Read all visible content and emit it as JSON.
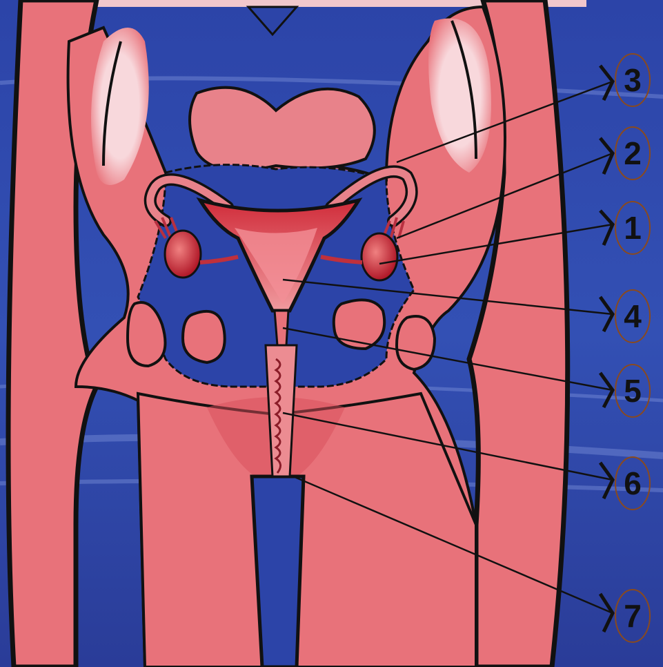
{
  "diagram": {
    "background_color": "#2a3f9e",
    "tissue_color": "#e8727a",
    "tissue_dark": "#c93a48",
    "outline_color": "#111111",
    "labels": [
      {
        "id": "3",
        "text": "3"
      },
      {
        "id": "2",
        "text": "2"
      },
      {
        "id": "1",
        "text": "1"
      },
      {
        "id": "4",
        "text": "4"
      },
      {
        "id": "5",
        "text": "5"
      },
      {
        "id": "6",
        "text": "6"
      },
      {
        "id": "7",
        "text": "7"
      }
    ]
  }
}
